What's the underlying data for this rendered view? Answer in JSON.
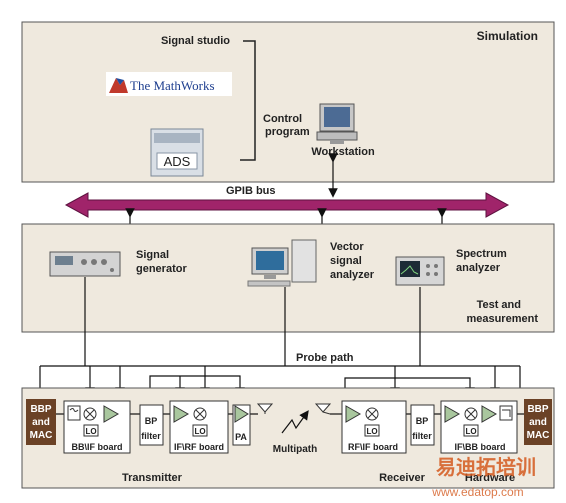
{
  "simulation": {
    "label": "Simulation",
    "signal_studio": "Signal studio",
    "mathworks": "The MathWorks",
    "ads": "ADS",
    "control_program": [
      "Control",
      "program"
    ],
    "workstation": "Workstation"
  },
  "bus": {
    "label": "GPIB bus"
  },
  "test": {
    "signal_generator": [
      "Signal",
      "generator"
    ],
    "vsa": [
      "Vector",
      "signal",
      "analyzer"
    ],
    "spectrum_analyzer": [
      "Spectrum",
      "analyzer"
    ],
    "label": [
      "Test and",
      "measurement"
    ]
  },
  "hardware": {
    "probe_path": "Probe path",
    "bbp_mac_left": [
      "BBP",
      "and",
      "MAC"
    ],
    "bbp_mac_right": [
      "BBP",
      "and",
      "MAC"
    ],
    "bb_if_board": "BB\\IF board",
    "bp_filter_1": [
      "BP",
      "filter"
    ],
    "if_rf_board": "IF\\RF board",
    "pa": "PA",
    "multipath": "Multipath",
    "rf_if_board": "RF\\IF board",
    "bp_filter_2": [
      "BP",
      "filter"
    ],
    "if_bb_board": "IF\\BB board",
    "lo": "LO",
    "transmitter": "Transmitter",
    "receiver": "Receiver",
    "label": "Hardware"
  },
  "watermark": {
    "text": "易迪拓培训",
    "url": "www.edatop.com"
  },
  "colors": {
    "panel": "#efe9de",
    "bus": "#a0246a",
    "bbp": "#6b4226",
    "amp": "#a9c79e"
  }
}
